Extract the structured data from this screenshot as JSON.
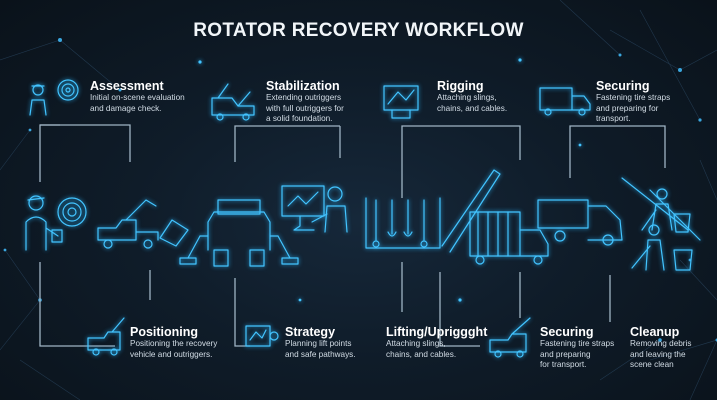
{
  "title": "ROTATOR RECOVERY WORKFLOW",
  "colors": {
    "background": "#0f1c29",
    "accent": "#39c0ff",
    "line": "#9fb4c4",
    "text": "#ffffff"
  },
  "top_steps": [
    {
      "title": "Assessment",
      "description": [
        "Initial on-scene evaluation",
        "and damage check."
      ],
      "icon": "worker-with-radar-icon"
    },
    {
      "title": "Stabilization",
      "description": [
        "Extending outriggers",
        "with full outriggers for",
        "a solid foundation."
      ],
      "icon": "outrigger-truck-icon"
    },
    {
      "title": "Rigging",
      "description": [
        "Attaching slings,",
        "chains, and cables."
      ],
      "icon": "rigging-diagram-icon"
    },
    {
      "title": "Securing",
      "description": [
        "Fastening tire straps",
        "and preparing for",
        "transport."
      ],
      "icon": "transport-truck-icon"
    }
  ],
  "bottom_steps": [
    {
      "title": "Positioning",
      "description": [
        "Positioning the recovery",
        "vehicle and outriggers."
      ],
      "icon": "tow-truck-icon"
    },
    {
      "title": "Strategy",
      "description": [
        "Planning lift points",
        "and safe pathways."
      ],
      "icon": "planning-monitor-icon"
    },
    {
      "title": "Lifting/Upriggght",
      "description": [
        "Attaching slings,",
        "chains, and cables."
      ],
      "icon": "crane-truck-icon"
    },
    {
      "title": "Securing",
      "description": [
        "Fastening tire straps",
        "and preparing",
        "for transport."
      ],
      "icon": "rotator-truck-icon"
    },
    {
      "title": "Cleanup",
      "description": [
        "Removing debris",
        "and leaving the",
        "scene clean"
      ],
      "icon": "worker-sweeping-icon"
    }
  ]
}
